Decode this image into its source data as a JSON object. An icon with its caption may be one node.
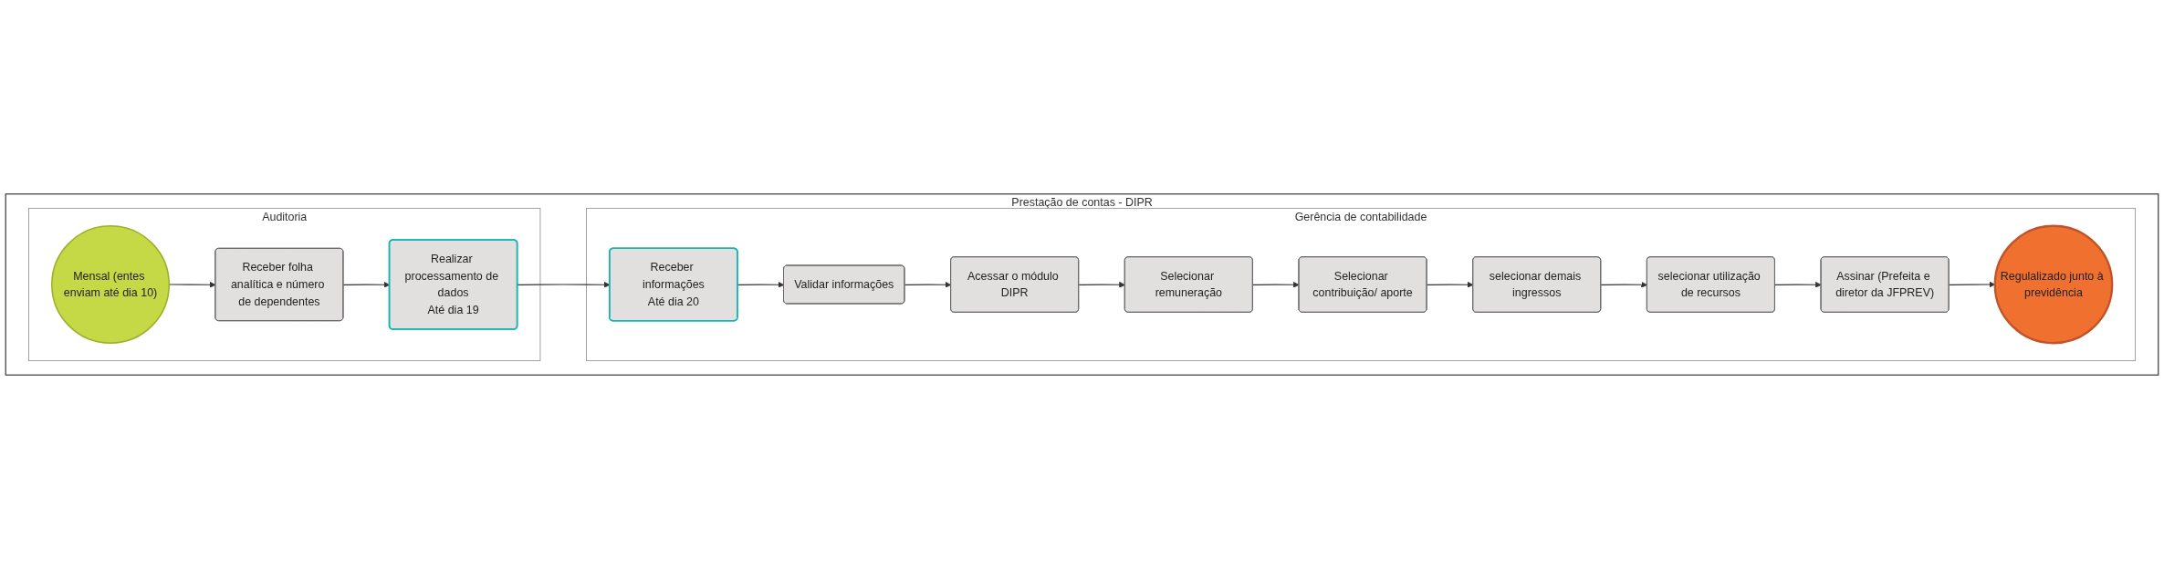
{
  "diagram": {
    "nodes": [
      {
        "text": [
          "Prestação de contas - DIPR"
        ]
      },
      {
        "text": [
          "Auditoria"
        ],
        "in": 0
      },
      {
        "text": [
          "Mensal (entes enviam até dia 10)"
        ],
        "in": 1
      },
      {
        "text": [
          "Receber folha analítica e número de dependentes"
        ],
        "in": 1
      },
      {
        "text": [
          "Realizar processamento de dados",
          "Até dia 19"
        ],
        "in": 1
      },
      {
        "text": [
          "Gerência de contabilidade"
        ],
        "in": 0
      },
      {
        "text": [
          "Receber informações",
          "Até dia 20"
        ],
        "in": 5
      },
      {
        "text": [
          "Validar informações"
        ],
        "in": 5
      },
      {
        "text": [
          "Acessar o módulo DIPR"
        ],
        "in": 5
      },
      {
        "text": [
          "Selecionar remuneração"
        ],
        "in": 5
      },
      {
        "text": [
          "Selecionar contribuição/ aporte"
        ],
        "in": 5
      },
      {
        "text": [
          "selecionar demais ingressos"
        ],
        "in": 5
      },
      {
        "text": [
          "selecionar utilização de recursos"
        ],
        "in": 5
      },
      {
        "text": [
          "Assinar (Prefeita e diretor da JFPREV)"
        ],
        "in": 5
      },
      {
        "text": [
          "Regulalizado junto à previdência"
        ],
        "in": 5
      }
    ],
    "edges": [
      {
        "from": 2,
        "to": 3,
        "arrow": "to"
      },
      {
        "from": 3,
        "to": 4,
        "arrow": "to"
      },
      {
        "from": 4,
        "to": 6,
        "arrow": "to"
      },
      {
        "from": 6,
        "to": 7,
        "arrow": "to"
      },
      {
        "from": 7,
        "to": 8,
        "arrow": "to"
      },
      {
        "from": 8,
        "to": 9,
        "arrow": "to"
      },
      {
        "from": 9,
        "to": 10,
        "arrow": "to"
      },
      {
        "from": 10,
        "to": 11,
        "arrow": "to"
      },
      {
        "from": 11,
        "to": 12,
        "arrow": "to"
      },
      {
        "from": 12,
        "to": 13,
        "arrow": "to"
      },
      {
        "from": 13,
        "to": 14,
        "arrow": "to"
      }
    ]
  }
}
